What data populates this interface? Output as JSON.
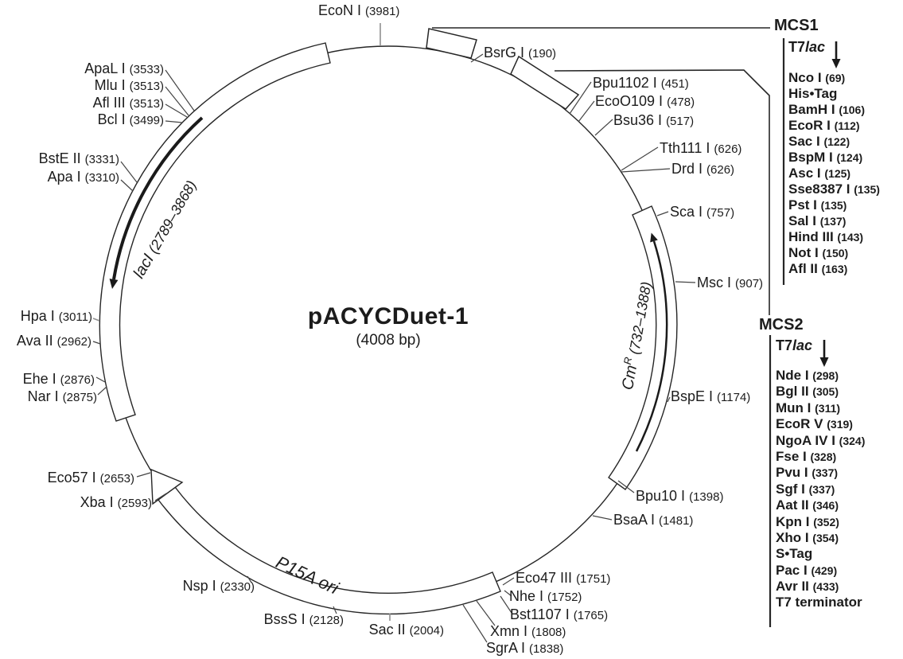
{
  "title": {
    "name": "pACYCDuet-1",
    "size": "(4008 bp)"
  },
  "sites": [
    {
      "name": "EcoN I",
      "pos": "(3981)"
    },
    {
      "name": "BsrG I",
      "pos": "(190)"
    },
    {
      "name": "Bpu1102 I",
      "pos": "(451)"
    },
    {
      "name": "EcoO109 I",
      "pos": "(478)"
    },
    {
      "name": "Bsu36 I",
      "pos": "(517)"
    },
    {
      "name": "Tth111 I",
      "pos": "(626)"
    },
    {
      "name": "Drd I",
      "pos": "(626)"
    },
    {
      "name": "Sca I",
      "pos": "(757)"
    },
    {
      "name": "Msc I",
      "pos": "(907)"
    },
    {
      "name": "BspE I",
      "pos": "(1174)"
    },
    {
      "name": "Bpu10 I",
      "pos": "(1398)"
    },
    {
      "name": "BsaA I",
      "pos": "(1481)"
    },
    {
      "name": "Eco47 III",
      "pos": "(1751)"
    },
    {
      "name": "Nhe I",
      "pos": "(1752)"
    },
    {
      "name": "Bst1107 I",
      "pos": "(1765)"
    },
    {
      "name": "Xmn I",
      "pos": "(1808)"
    },
    {
      "name": "SgrA I",
      "pos": "(1838)"
    },
    {
      "name": "Sac II",
      "pos": "(2004)"
    },
    {
      "name": "BssS I",
      "pos": "(2128)"
    },
    {
      "name": "Nsp I",
      "pos": "(2330)"
    },
    {
      "name": "Xba I",
      "pos": "(2593)"
    },
    {
      "name": "Eco57 I",
      "pos": "(2653)"
    },
    {
      "name": "Nar I",
      "pos": "(2875)"
    },
    {
      "name": "Ehe I",
      "pos": "(2876)"
    },
    {
      "name": "Ava II",
      "pos": "(2962)"
    },
    {
      "name": "Hpa I",
      "pos": "(3011)"
    },
    {
      "name": "Apa I",
      "pos": "(3310)"
    },
    {
      "name": "BstE II",
      "pos": "(3331)"
    },
    {
      "name": "Bcl I",
      "pos": "(3499)"
    },
    {
      "name": "Afl III",
      "pos": "(3513)"
    },
    {
      "name": "Mlu I",
      "pos": "(3513)"
    },
    {
      "name": "ApaL I",
      "pos": "(3533)"
    }
  ],
  "features": {
    "lacI": {
      "label": "lacI",
      "range": " (2789–3868)"
    },
    "cmr": {
      "prefix": "Cm",
      "sup": "R",
      "range": " (732–1388)"
    },
    "p15a": {
      "label": "P15A ori"
    }
  },
  "mcs1": {
    "header": "MCS1",
    "promoter_prefix": "T7",
    "promoter_italic": "lac",
    "items": [
      {
        "name": "Nco I",
        "pos": "(69)"
      },
      {
        "name": "His•Tag",
        "pos": ""
      },
      {
        "name": "BamH I",
        "pos": "(106)"
      },
      {
        "name": "EcoR I",
        "pos": "(112)"
      },
      {
        "name": "Sac I",
        "pos": "(122)"
      },
      {
        "name": "BspM I",
        "pos": "(124)"
      },
      {
        "name": "Asc I",
        "pos": "(125)"
      },
      {
        "name": "Sse8387 I",
        "pos": "(135)"
      },
      {
        "name": "Pst I",
        "pos": "(135)"
      },
      {
        "name": "Sal I",
        "pos": "(137)"
      },
      {
        "name": "Hind III",
        "pos": "(143)"
      },
      {
        "name": "Not I",
        "pos": "(150)"
      },
      {
        "name": "Afl II",
        "pos": "(163)"
      }
    ]
  },
  "mcs2": {
    "header": "MCS2",
    "promoter_prefix": "T7",
    "promoter_italic": "lac",
    "items": [
      {
        "name": "Nde I",
        "pos": "(298)"
      },
      {
        "name": "Bgl II",
        "pos": "(305)"
      },
      {
        "name": "Mun I",
        "pos": "(311)"
      },
      {
        "name": "EcoR V",
        "pos": "(319)"
      },
      {
        "name": "NgoA IV I",
        "pos": "(324)"
      },
      {
        "name": "Fse I",
        "pos": "(328)"
      },
      {
        "name": "Pvu I",
        "pos": "(337)"
      },
      {
        "name": "Sgf I",
        "pos": "(337)"
      },
      {
        "name": "Aat II",
        "pos": "(346)"
      },
      {
        "name": "Kpn I",
        "pos": "(352)"
      },
      {
        "name": "Xho I",
        "pos": "(354)"
      },
      {
        "name": "S•Tag",
        "pos": ""
      },
      {
        "name": "Pac I",
        "pos": "(429)"
      },
      {
        "name": "Avr II",
        "pos": "(433)"
      },
      {
        "name": "T7 terminator",
        "pos": ""
      }
    ]
  }
}
